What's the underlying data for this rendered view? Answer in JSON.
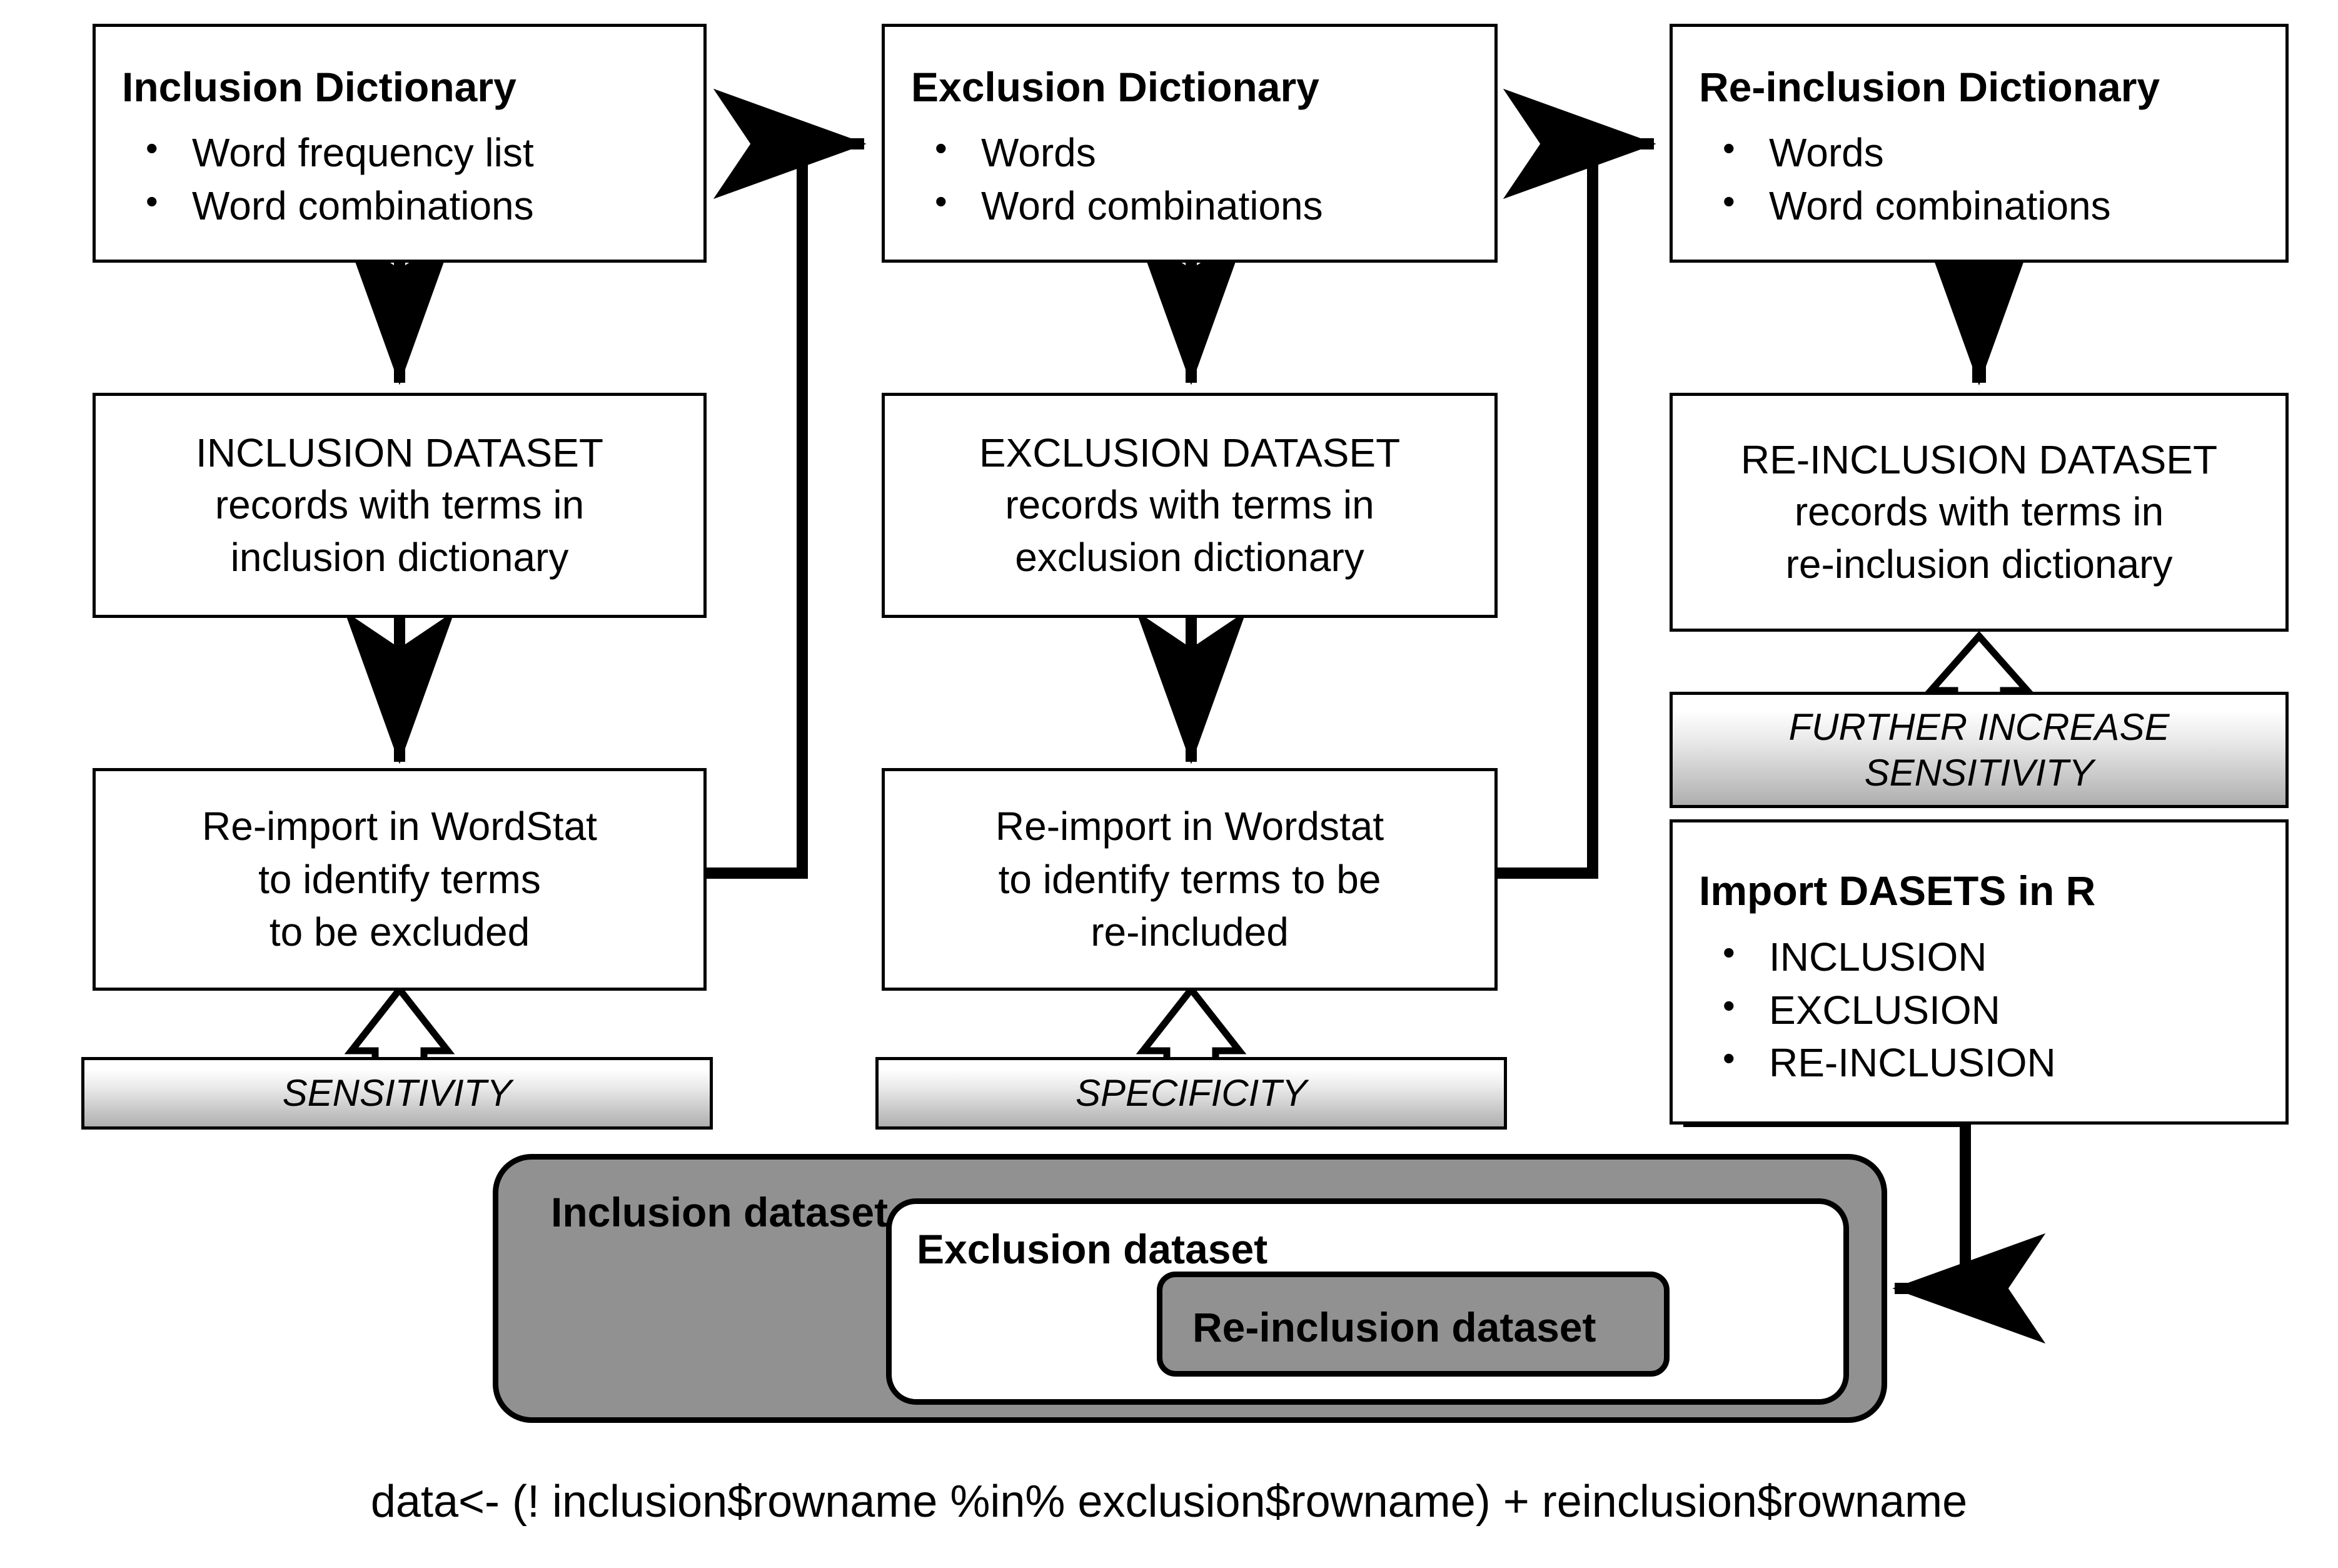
{
  "figure": {
    "type": "process-flowchart",
    "title_visible": false
  },
  "columns": [
    {
      "id": "inclusion",
      "dictionary": {
        "title": "Inclusion Dictionary",
        "items": [
          "Word frequency list",
          "Word combinations"
        ]
      },
      "dataset": {
        "heading": "INCLUSION DATASET",
        "line2": "records with terms in",
        "line3": "inclusion dictionary"
      },
      "action": {
        "line1": "Re-import in WordStat",
        "line2": "to identify terms",
        "line3": "to be excluded"
      },
      "metric": {
        "label": "SENSITIVITY"
      }
    },
    {
      "id": "exclusion",
      "dictionary": {
        "title": "Exclusion Dictionary",
        "items": [
          "Words",
          "Word combinations"
        ]
      },
      "dataset": {
        "heading": "EXCLUSION DATASET",
        "line2": "records with terms in",
        "line3": "exclusion dictionary"
      },
      "action": {
        "line1": "Re-import in Wordstat",
        "line2": "to identify terms to be",
        "line3": "re-included"
      },
      "metric": {
        "label": "SPECIFICITY"
      }
    },
    {
      "id": "reinclusion",
      "dictionary": {
        "title": "Re-inclusion Dictionary",
        "items": [
          "Words",
          "Word combinations"
        ]
      },
      "dataset": {
        "heading": "RE-INCLUSION DATASET",
        "line2": "records with terms in",
        "line3": "re-inclusion dictionary"
      },
      "metric": {
        "line1": "FURTHER INCREASE",
        "line2": "SENSITIVITY"
      },
      "import_r": {
        "title": "Import DASETS in R",
        "items": [
          "INCLUSION",
          "EXCLUSION",
          "RE-INCLUSION"
        ]
      }
    }
  ],
  "venn": {
    "outer_label": "Inclusion dataset",
    "middle_label": "Exclusion dataset",
    "inner_label": "Re-inclusion dataset"
  },
  "code": {
    "expression": "data<- (! inclusion$rowname %in% exclusion$rowname) + reinclusion$rowname"
  },
  "colors": {
    "stroke": "#000000",
    "fill_white": "#ffffff",
    "fill_gray": "#919191",
    "gradient_top": "#ffffff",
    "gradient_bottom": "#b5b5b5"
  }
}
